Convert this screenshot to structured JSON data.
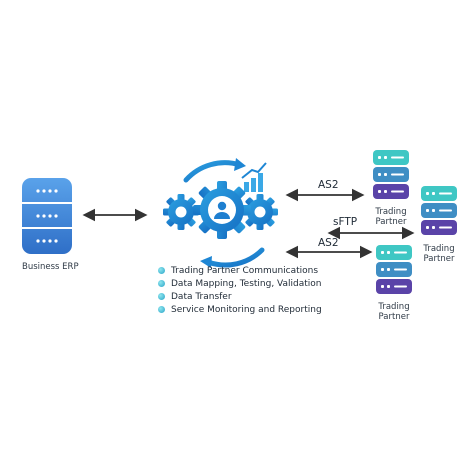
{
  "business_erp": {
    "label": "Business ERP"
  },
  "services": [
    "Trading Partner Communications",
    "Data Mapping, Testing, Validation",
    "Data Transfer",
    "Service Monitoring and Reporting"
  ],
  "connections": {
    "top": "AS2",
    "middle": "sFTP",
    "bottom": "AS2"
  },
  "partners": {
    "top": "Trading Partner",
    "middle": "Trading Partner",
    "bottom": "Trading Partner"
  },
  "icons": {
    "erp": "database-icon",
    "hub": "gears-user-cycle-icon",
    "partner": "server-stack-icon"
  },
  "colors": {
    "erp": "#3b82d6",
    "hub": "#1c8fd8",
    "partner_top": "#39c3c6",
    "partner_bottom": "#5b45a8",
    "arrow": "#333333",
    "bullet": "#2aa4c8"
  }
}
